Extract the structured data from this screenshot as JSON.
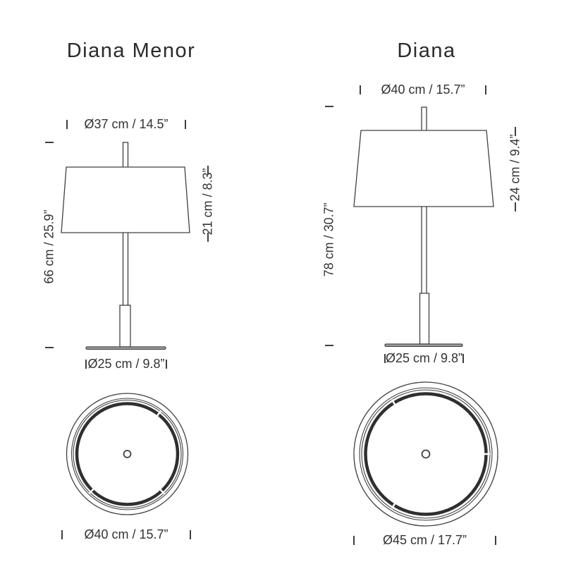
{
  "page": {
    "background": "#ffffff",
    "line_color": "#414141",
    "ring_color": "#2f2f2f",
    "plate_fill": "#a8a8a8",
    "text_color": "#333333",
    "title_color": "#2a2a2a"
  },
  "lamps": [
    {
      "title": "Diana Menor",
      "dims": {
        "shade_diameter": "Ø37 cm / 14.5”",
        "total_height": "66 cm / 25.9”",
        "shade_height": "21 cm / 8.3”",
        "base_diameter": "Ø25 cm / 9.8”",
        "top_view_diameter": "Ø40 cm / 15.7”"
      }
    },
    {
      "title": "Diana",
      "dims": {
        "shade_diameter": "Ø40 cm / 15.7”",
        "total_height": "78 cm / 30.7”",
        "shade_height": "24 cm / 9.4”",
        "base_diameter": "Ø25 cm / 9.8”",
        "top_view_diameter": "Ø45 cm / 17.7”"
      }
    }
  ]
}
